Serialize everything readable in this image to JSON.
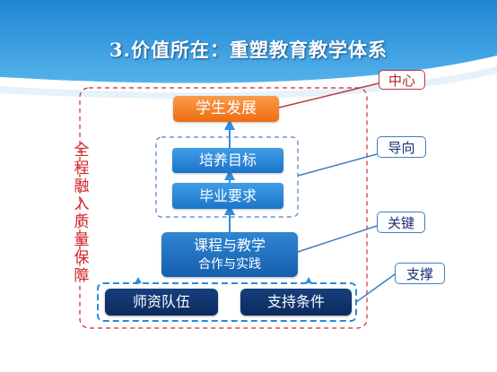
{
  "title": "3.价值所在：重塑教育教学体系",
  "side_label": "全程融入质量保障",
  "nodes": {
    "student_development": "学生发展",
    "training_goals": "培养目标",
    "graduation_requirements": "毕业要求",
    "curriculum_line1": "课程与教学",
    "curriculum_line2": "合作与实践",
    "faculty": "师资队伍",
    "support_conditions": "支持条件"
  },
  "callouts": {
    "center": "中心",
    "orientation": "导向",
    "key": "关键",
    "support": "支撑"
  },
  "colors": {
    "banner_top": "#2a8fd9",
    "orange_node": "#f07a20",
    "light_blue_node": "#2b86d6",
    "dark_navy_node": "#0f3570",
    "red_frame": "#d0272e",
    "blue_dashed_frame": "#3e7ec2"
  }
}
